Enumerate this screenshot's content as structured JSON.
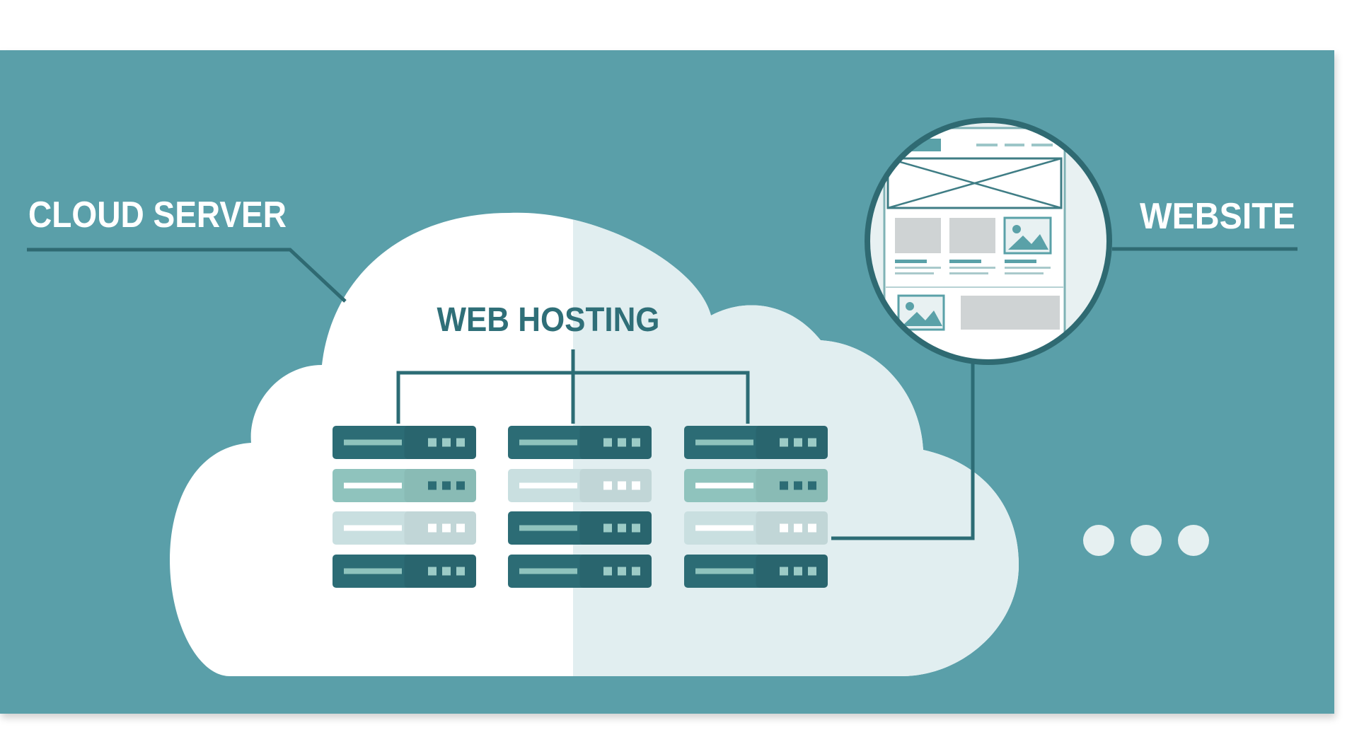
{
  "labels": {
    "cloud_server": "CLOUD SERVER",
    "web_hosting": "WEB HOSTING",
    "website": "WEBSITE"
  },
  "colors": {
    "background": "#5a9fa9",
    "cloud_light": "#ffffff",
    "cloud_shade": "#e1eef0",
    "dark_teal": "#2c6c75",
    "mid_teal": "#3f8a91",
    "light_teal": "#8fc3bd",
    "pale": "#c9dfe0",
    "label_text": "#ffffff",
    "hosting_text": "#2f6f78"
  },
  "icons": [
    "cloud-icon",
    "server-rack-icon",
    "website-wireframe-icon",
    "ellipsis-icon"
  ]
}
